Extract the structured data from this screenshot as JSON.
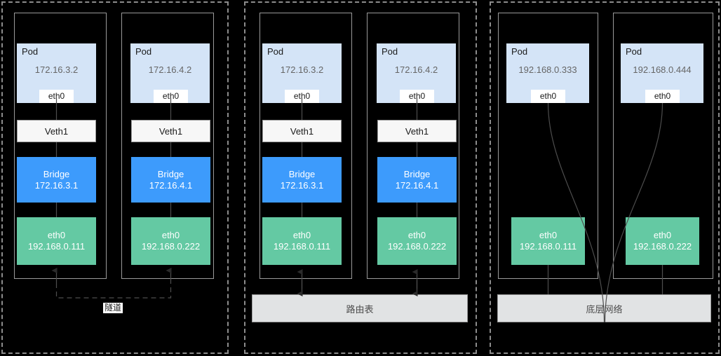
{
  "diagram": {
    "title": "Container network models: overlay tunnel, routing table, underlay",
    "colors": {
      "background": "#000000",
      "pod_fill": "#d4e4f7",
      "bridge_fill": "#3d9bfc",
      "nic_fill": "#64c9a3",
      "veth_fill": "#f7f7f7",
      "infra_fill": "#e1e3e4",
      "section_border": "#8c8c8c",
      "node_border": "#9a9a9a",
      "wire": "#4d4d4d"
    }
  },
  "sections": [
    {
      "id": "overlay",
      "infra_label": "隧道",
      "nodes": [
        {
          "pod": {
            "title": "Pod",
            "ip": "172.16.3.2",
            "nic": "eth0"
          },
          "veth": "Veth1",
          "bridge": {
            "name": "Bridge",
            "ip": "172.16.3.1"
          },
          "nic": {
            "name": "eth0",
            "ip": "192.168.0.111"
          }
        },
        {
          "pod": {
            "title": "Pod",
            "ip": "172.16.4.2",
            "nic": "eth0"
          },
          "veth": "Veth1",
          "bridge": {
            "name": "Bridge",
            "ip": "172.16.4.1"
          },
          "nic": {
            "name": "eth0",
            "ip": "192.168.0.222"
          }
        }
      ]
    },
    {
      "id": "routing",
      "infra_label": "路由表",
      "nodes": [
        {
          "pod": {
            "title": "Pod",
            "ip": "172.16.3.2",
            "nic": "eth0"
          },
          "veth": "Veth1",
          "bridge": {
            "name": "Bridge",
            "ip": "172.16.3.1"
          },
          "nic": {
            "name": "eth0",
            "ip": "192.168.0.111"
          }
        },
        {
          "pod": {
            "title": "Pod",
            "ip": "172.16.4.2",
            "nic": "eth0"
          },
          "veth": "Veth1",
          "bridge": {
            "name": "Bridge",
            "ip": "172.16.4.1"
          },
          "nic": {
            "name": "eth0",
            "ip": "192.168.0.222"
          }
        }
      ]
    },
    {
      "id": "underlay",
      "infra_label": "底层网络",
      "nodes": [
        {
          "pod": {
            "title": "Pod",
            "ip": "192.168.0.333",
            "nic": "eth0"
          },
          "nic": {
            "name": "eth0",
            "ip": "192.168.0.111"
          }
        },
        {
          "pod": {
            "title": "Pod",
            "ip": "192.168.0.444",
            "nic": "eth0"
          },
          "nic": {
            "name": "eth0",
            "ip": "192.168.0.222"
          }
        }
      ]
    }
  ]
}
